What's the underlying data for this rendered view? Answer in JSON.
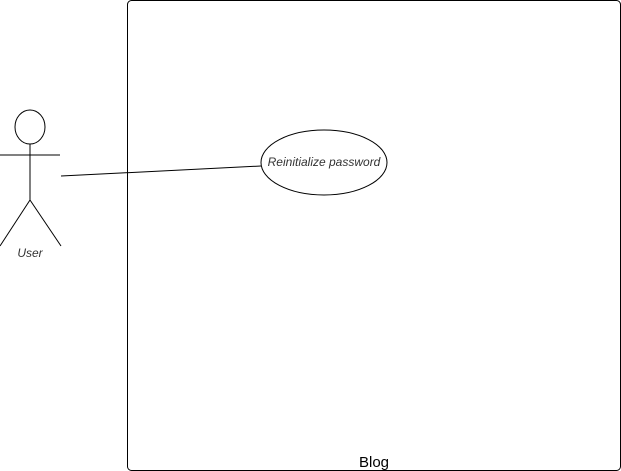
{
  "diagram": {
    "system": {
      "name": "Blog"
    },
    "actor": {
      "name": "User"
    },
    "use_case": {
      "name": "Reinitialize password"
    },
    "colors": {
      "stroke": "#000000",
      "label": "#333333",
      "background": "#ffffff"
    }
  }
}
